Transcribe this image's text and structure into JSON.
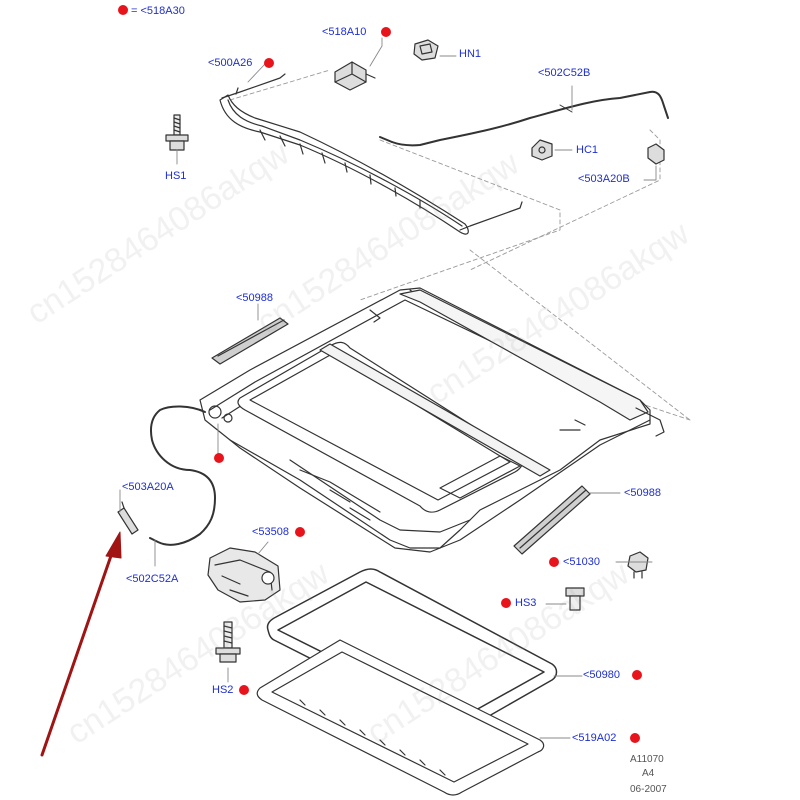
{
  "legend": {
    "text": "= <518A30",
    "dot_color": "#e8141c"
  },
  "labels": {
    "l518A10": "<518A10",
    "lHN1": "HN1",
    "l500A26": "<500A26",
    "l502C52B": "<502C52B",
    "lHS1": "HS1",
    "lHC1": "HC1",
    "l503A20B": "<503A20B",
    "l50988a": "<50988",
    "l50988b": "<50988",
    "l503A20A": "<503A20A",
    "l53508": "<53508",
    "l502C52A": "<502C52A",
    "l51030": "<51030",
    "lHS3": "HS3",
    "lHS2": "HS2",
    "l50980": "<50980",
    "l519A02": "<519A02"
  },
  "reference": {
    "code": "A11070",
    "sheet": "A4",
    "date": "06-2007"
  },
  "watermark": "cn1528464086akqw",
  "colors": {
    "label": "#1f2fd0",
    "marker": "#e8141c",
    "line": "#333333",
    "arrow": "#a01414",
    "leader": "#888888"
  }
}
